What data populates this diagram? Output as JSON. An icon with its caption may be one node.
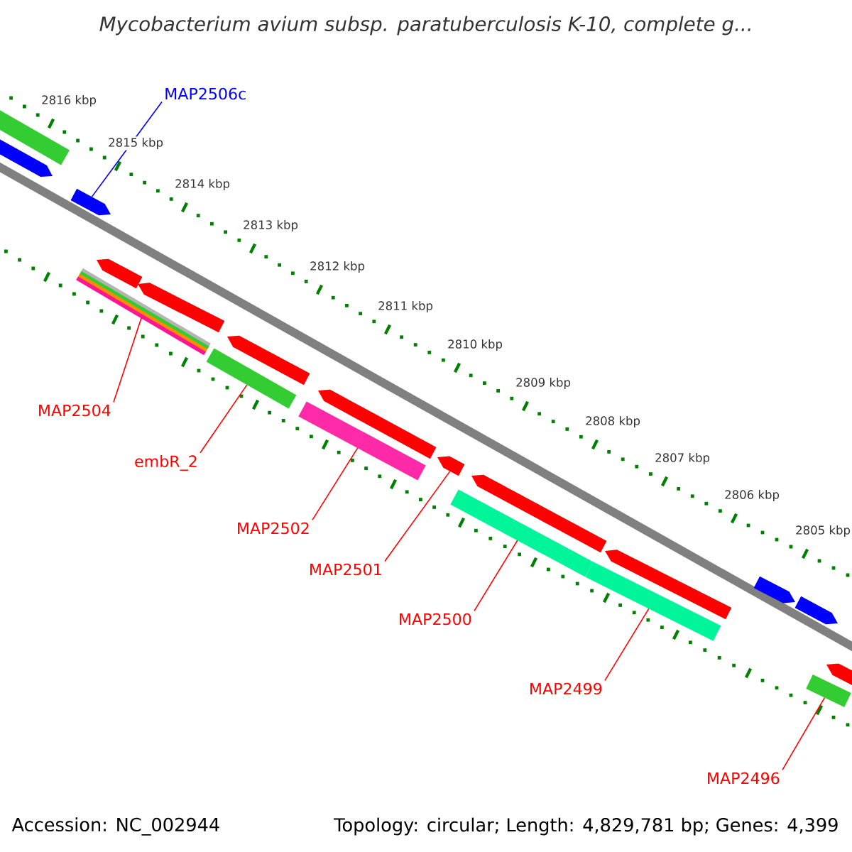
{
  "diagram": {
    "title": "Mycobacterium avium subsp. paratuberculosis K-10, complete g...",
    "nodes": [
      {
        "text": [
          "MAP2506c"
        ]
      },
      {
        "text": [],
        "shape": "bar"
      },
      {
        "text": [
          "MAP2504"
        ]
      },
      {
        "text": [],
        "shape": "bar"
      },
      {
        "text": [
          "embR_2"
        ]
      },
      {
        "text": [],
        "shape": "bar"
      },
      {
        "text": [
          "MAP2502"
        ]
      },
      {
        "text": [],
        "shape": "bar"
      },
      {
        "text": [
          "MAP2501"
        ]
      },
      {
        "text": [],
        "shape": "bar"
      },
      {
        "text": [
          "MAP2500"
        ]
      },
      {
        "text": [],
        "shape": "bar"
      },
      {
        "text": [
          "MAP2499"
        ]
      },
      {
        "text": [],
        "shape": "bar"
      },
      {
        "text": [
          "MAP2496"
        ]
      },
      {
        "text": [],
        "shape": "bar"
      },
      {
        "text": [],
        "shape": "bar"
      },
      {
        "text": [],
        "shape": "bar"
      },
      {
        "text": [],
        "shape": "bar"
      },
      {
        "text": [],
        "shape": "bar"
      },
      {
        "text": [],
        "shape": "bar"
      },
      {
        "text": [],
        "shape": "bar"
      },
      {
        "text": [],
        "shape": "bar"
      },
      {
        "text": [],
        "shape": "bar"
      },
      {
        "text": [],
        "shape": "bar"
      },
      {
        "text": [],
        "shape": "bar"
      },
      {
        "text": [],
        "shape": "bar"
      }
    ],
    "edges": [
      {
        "from": 0,
        "to": 1,
        "arrow": "none",
        "color": "#0000ff"
      },
      {
        "from": 2,
        "to": 3,
        "arrow": "none"
      },
      {
        "from": 4,
        "to": 5,
        "arrow": "none"
      },
      {
        "from": 6,
        "to": 7,
        "arrow": "none"
      },
      {
        "from": 8,
        "to": 9,
        "arrow": "none"
      },
      {
        "from": 10,
        "to": 11,
        "arrow": "none"
      },
      {
        "from": 12,
        "to": 13,
        "arrow": "none"
      },
      {
        "from": 14,
        "to": 15,
        "arrow": "none"
      }
    ],
    "labels": [
      "2816 kbp",
      "2815 kbp",
      "2814 kbp",
      "2813 kbp",
      "2812 kbp",
      "2811 kbp",
      "2810 kbp",
      "2809 kbp",
      "2808 kbp",
      "2807 kbp",
      "2806 kbp",
      "2805 kbp",
      "Accession: NC_002944",
      "Topology: circular; Length: 4,829,781 bp; Genes: 4,399"
    ]
  }
}
